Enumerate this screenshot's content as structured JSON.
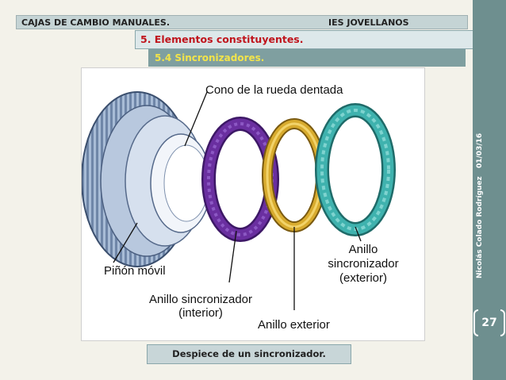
{
  "header": {
    "left": "CAJAS DE CAMBIO MANUALES.",
    "right": "IES JOVELLANOS"
  },
  "section_title": "5. Elementos constituyentes.",
  "subsection_title": "5.4 Sincronizadores.",
  "sidebar": {
    "date": "01/03/16",
    "author": "Nicolás Colado Rodríguez",
    "page_number": "27"
  },
  "figure": {
    "labels": {
      "cone": "Cono de la rueda dentada",
      "pinion": "Piñón móvil",
      "inner_ring_line1": "Anillo sincronizador",
      "inner_ring_line2": "(interior)",
      "outer_ring": "Anillo exterior",
      "ext_ring_line1": "Anillo",
      "ext_ring_line2": "sincronizador",
      "ext_ring_line3": "(exterior)"
    },
    "colors": {
      "gear": "#9fb3cf",
      "inner_ring": "#6a2fa0",
      "outer_ring": "#d8ab2e",
      "ext_ring": "#3fb2ae"
    }
  },
  "caption": "Despiece de un sincronizador."
}
